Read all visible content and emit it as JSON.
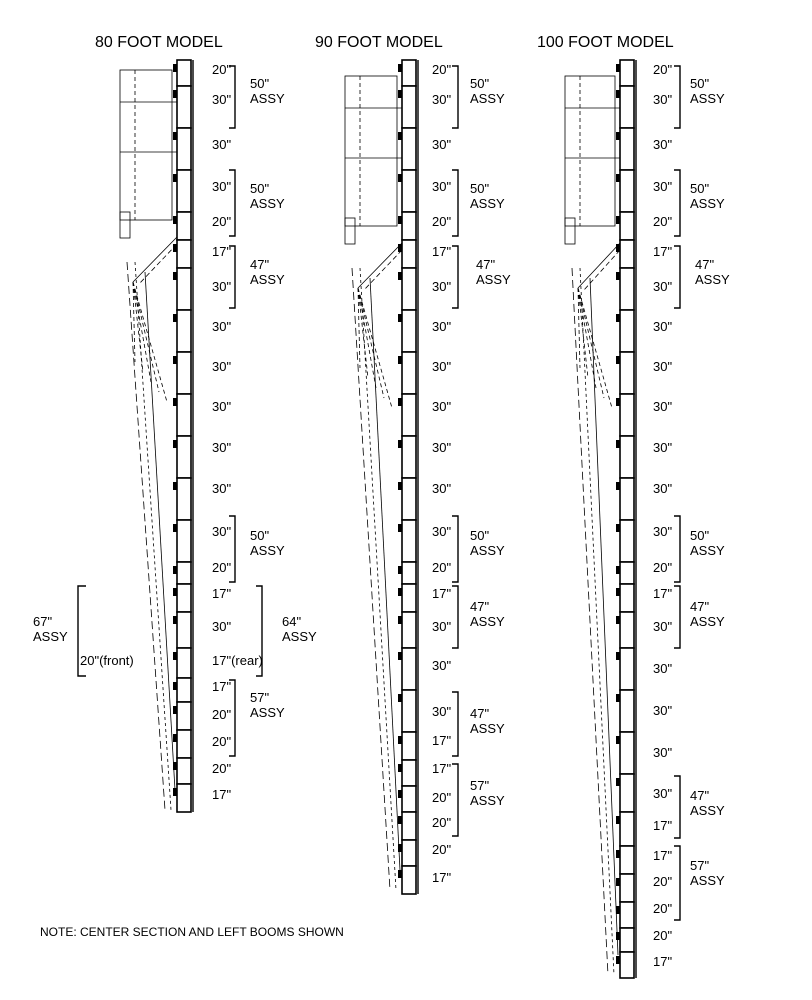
{
  "models": [
    {
      "title": "80 FOOT MODEL",
      "segments": [
        "20\"",
        "30\"",
        "30\"",
        "30\"",
        "20\"",
        "17\"",
        "30\"",
        "30\"",
        "30\"",
        "30\"",
        "30\"",
        "30\"",
        "30\"",
        "20\"",
        "17\"",
        "30\"",
        "17\"(rear)",
        "17\"",
        "20\"",
        "20\"",
        "20\"",
        "17\""
      ],
      "assemblies": [
        {
          "size": "50\"",
          "label": "ASSY"
        },
        {
          "size": "50\"",
          "label": "ASSY"
        },
        {
          "size": "47\"",
          "label": "ASSY"
        },
        {
          "size": "50\"",
          "label": "ASSY"
        },
        {
          "size": "64\"",
          "label": "ASSY"
        },
        {
          "size": "57\"",
          "label": "ASSY"
        }
      ],
      "left_assembly": {
        "size": "67\"",
        "label": "ASSY",
        "detail": "20\"(front)"
      }
    },
    {
      "title": "90 FOOT MODEL",
      "segments": [
        "20\"",
        "30\"",
        "30\"",
        "30\"",
        "20\"",
        "17\"",
        "30\"",
        "30\"",
        "30\"",
        "30\"",
        "30\"",
        "30\"",
        "30\"",
        "20\"",
        "17\"",
        "30\"",
        "30\"",
        "30\"",
        "17\"",
        "17\"",
        "20\"",
        "20\"",
        "20\"",
        "17\""
      ],
      "assemblies": [
        {
          "size": "50\"",
          "label": "ASSY"
        },
        {
          "size": "50\"",
          "label": "ASSY"
        },
        {
          "size": "47\"",
          "label": "ASSY"
        },
        {
          "size": "50\"",
          "label": "ASSY"
        },
        {
          "size": "47\"",
          "label": "ASSY"
        },
        {
          "size": "47\"",
          "label": "ASSY"
        },
        {
          "size": "57\"",
          "label": "ASSY"
        }
      ]
    },
    {
      "title": "100 FOOT MODEL",
      "segments": [
        "20\"",
        "30\"",
        "30\"",
        "30\"",
        "20\"",
        "17\"",
        "30\"",
        "30\"",
        "30\"",
        "30\"",
        "30\"",
        "30\"",
        "30\"",
        "20\"",
        "17\"",
        "30\"",
        "30\"",
        "30\"",
        "30\"",
        "30\"",
        "17\"",
        "17\"",
        "20\"",
        "20\"",
        "20\"",
        "17\""
      ],
      "assemblies": [
        {
          "size": "50\"",
          "label": "ASSY"
        },
        {
          "size": "50\"",
          "label": "ASSY"
        },
        {
          "size": "47\"",
          "label": "ASSY"
        },
        {
          "size": "50\"",
          "label": "ASSY"
        },
        {
          "size": "47\"",
          "label": "ASSY"
        },
        {
          "size": "47\"",
          "label": "ASSY"
        },
        {
          "size": "57\"",
          "label": "ASSY"
        }
      ]
    }
  ],
  "note": "NOTE: CENTER SECTION AND LEFT BOOMS SHOWN"
}
